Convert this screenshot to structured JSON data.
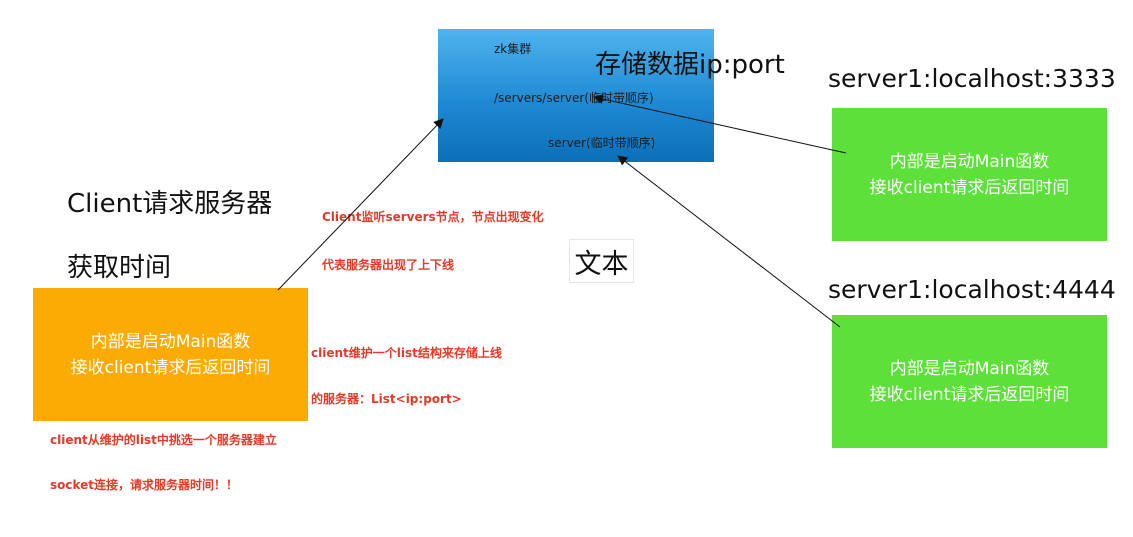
{
  "zk": {
    "title": "zk集群",
    "path1": "/servers/server(临时带顺序)",
    "path2": "server(临时带顺序)"
  },
  "store_label": "存储数据ip:port",
  "servers": [
    {
      "label": "server1:localhost:3333",
      "line1": "内部是启动Main函数",
      "line2": "接收client请求后返回时间"
    },
    {
      "label": "server1:localhost:4444",
      "line1": "内部是启动Main函数",
      "line2": "接收client请求后返回时间"
    }
  ],
  "client": {
    "title1": "Client请求服务器",
    "title2": "获取时间",
    "line1": "内部是启动Main函数",
    "line2": "接收client请求后返回时间"
  },
  "notes": {
    "watch1": "Client监听servers节点，节点出现变化",
    "watch2": "代表服务器出现了上下线",
    "list1": "client维护一个list结构来存储上线",
    "list2": "的服务器：List<ip:port>",
    "pick1": "client从维护的list中挑选一个服务器建立",
    "pick2": "socket连接，请求服务器时间！！"
  },
  "text_box": "文本",
  "colors": {
    "zk_blue": "#1f8ad4",
    "server_green": "#5ee03a",
    "client_orange": "#fcab05",
    "note_red": "#e53a27"
  }
}
